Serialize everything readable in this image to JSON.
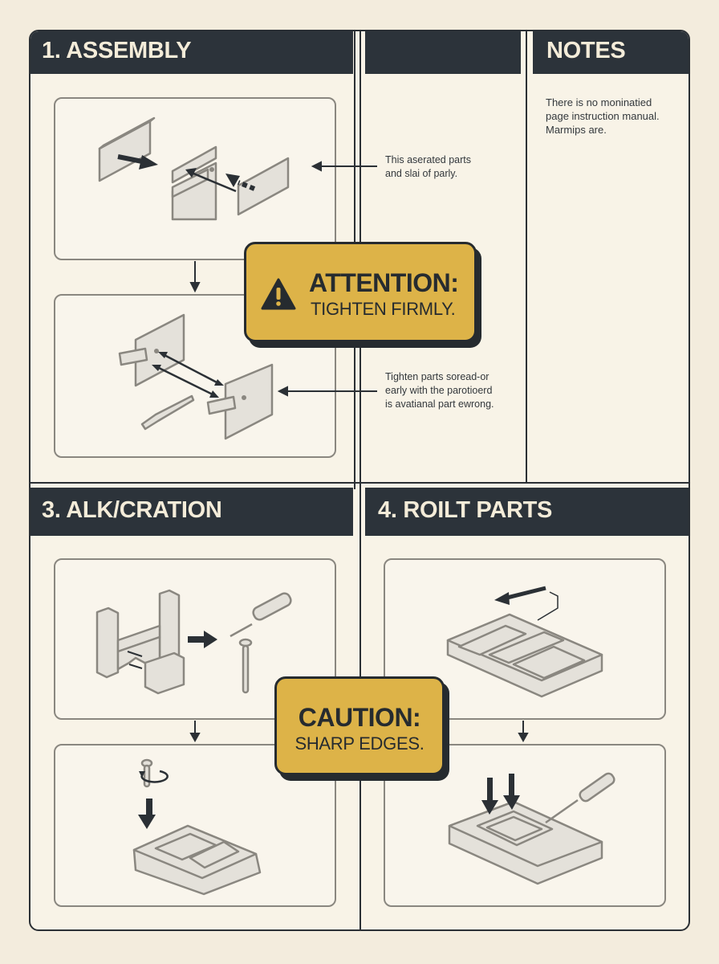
{
  "sections": {
    "s1": {
      "title": "1. ASSEMBLY"
    },
    "s2": {
      "title": ""
    },
    "notes": {
      "title": "NOTES",
      "lines": [
        "There is no moninatied",
        "page instruction manual.",
        "Marmips are."
      ]
    },
    "s3": {
      "title": "3. ALK/CRATION"
    },
    "s4": {
      "title": "4. ROILT PARTS"
    }
  },
  "annotations": {
    "a1": {
      "lines": [
        "This aserated parts",
        "and slai of parly."
      ]
    },
    "a2": {
      "lines": [
        "Tighten parts soread-or",
        "early with the parotioerd",
        "is avatianal part ewrong."
      ]
    }
  },
  "callouts": {
    "attention": {
      "icon": "warning-triangle-icon",
      "title": "ATTENTION:",
      "subtitle": "TIGHTEN FIRMLY."
    },
    "caution": {
      "title": "CAUTION:",
      "subtitle": "SHARP EDGES."
    }
  },
  "colors": {
    "background": "#f3ecdd",
    "header": "#2c333a",
    "header_text": "#f4ecd9",
    "callout": "#ddb348",
    "outline": "#262b2f",
    "part_fill": "#e4e1da",
    "part_stroke": "#8a8780"
  }
}
